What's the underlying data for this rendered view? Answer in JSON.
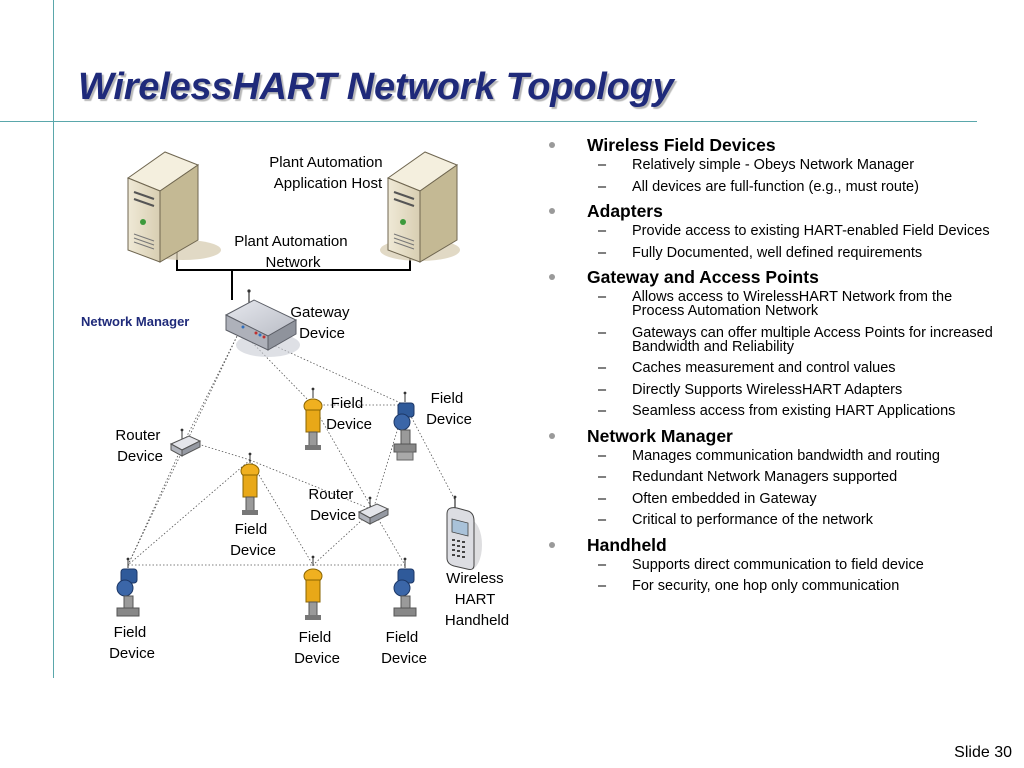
{
  "title": "WirelessHART Network Topology",
  "slide_label": "Slide 30",
  "diagram": {
    "labels": {
      "plant_host": [
        "Plant Automation",
        "Application Host"
      ],
      "plant_network": [
        "Plant Automation",
        "Network"
      ],
      "network_manager": "Network Manager",
      "gateway": [
        "Gateway",
        "Device"
      ],
      "router_left": [
        "Router",
        "Device"
      ],
      "router_center": [
        "Router",
        "Device"
      ],
      "field_top_center": [
        "Field",
        "Device"
      ],
      "field_top_right": [
        "Field",
        "Device"
      ],
      "field_middle": [
        "Field",
        "Device"
      ],
      "handheld": [
        "Wireless",
        "HART",
        "Handheld"
      ],
      "field_bottom_left": [
        "Field",
        "Device"
      ],
      "field_bottom_center": [
        "Field",
        "Device"
      ],
      "field_bottom_right": [
        "Field",
        "Device"
      ]
    },
    "colors": {
      "transmitter_blue": "#2f5a9a",
      "transmitter_yellow": "#f0b020",
      "gateway_gray": "#c9ccd3"
    }
  },
  "bullets": [
    {
      "head": "Wireless Field Devices",
      "subs": [
        "Relatively simple - Obeys Network Manager",
        "All devices are full-function (e.g., must route)"
      ]
    },
    {
      "head": "Adapters",
      "subs": [
        "Provide access to existing HART-enabled Field Devices",
        "Fully Documented, well defined requirements"
      ]
    },
    {
      "head": "Gateway and Access Points",
      "subs": [
        "Allows access to WirelessHART Network from the Process Automation Network",
        "Gateways can offer multiple Access Points for increased Bandwidth and Reliability",
        "Caches measurement and control values",
        "Directly Supports WirelessHART Adapters",
        "Seamless access from existing HART Applications"
      ]
    },
    {
      "head": "Network Manager",
      "subs": [
        "Manages communication bandwidth and routing",
        "Redundant Network Managers supported",
        "Often embedded in Gateway",
        "Critical to performance of the network"
      ]
    },
    {
      "head": "Handheld",
      "subs": [
        "Supports direct communication to field device",
        "For security, one hop only communication"
      ]
    }
  ]
}
